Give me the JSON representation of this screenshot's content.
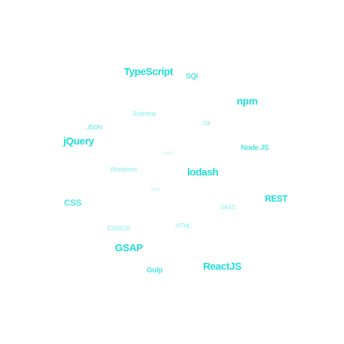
{
  "tag_cloud": {
    "tags": [
      {
        "id": "typescript",
        "label": "TypeScript",
        "weight": 5,
        "color": "#1fe0d6"
      },
      {
        "id": "sql",
        "label": "SQl",
        "weight": 3,
        "color": "#55e8e1"
      },
      {
        "id": "npm",
        "label": "npm",
        "weight": 5,
        "color": "#1fe0d6"
      },
      {
        "id": "bootstrap",
        "label": "Bootstrap",
        "weight": 2,
        "color": "#8ef0eb"
      },
      {
        "id": "git",
        "label": "Git",
        "weight": 2,
        "color": "#8ef0eb"
      },
      {
        "id": "json",
        "label": "JSON",
        "weight": 2,
        "color": "#55e8e1"
      },
      {
        "id": "jquery",
        "label": "jQuery",
        "weight": 5,
        "color": "#1fe0d6"
      },
      {
        "id": "node-js",
        "label": "Node JS",
        "weight": 3,
        "color": "#55e8e1"
      },
      {
        "id": "angular",
        "label": "Angular",
        "weight": 1,
        "color": "#c2f7f4"
      },
      {
        "id": "wordpress",
        "label": "Wordpress",
        "weight": 2,
        "color": "#8ef0eb"
      },
      {
        "id": "lodash",
        "label": "lodash",
        "weight": 5,
        "color": "#1fe0d6"
      },
      {
        "id": "vanilla",
        "label": "Vanilla",
        "weight": 1,
        "color": "#c2f7f4"
      },
      {
        "id": "css",
        "label": "CSS",
        "weight": 4,
        "color": "#55e8e1"
      },
      {
        "id": "rest",
        "label": "REST",
        "weight": 4,
        "color": "#1fe0d6"
      },
      {
        "id": "sass",
        "label": "SASS",
        "weight": 2,
        "color": "#8ef0eb"
      },
      {
        "id": "es5-es6",
        "label": "ES5/ES6",
        "weight": 2,
        "color": "#8ef0eb"
      },
      {
        "id": "html",
        "label": "HTML",
        "weight": 2,
        "color": "#8ef0eb"
      },
      {
        "id": "gsap",
        "label": "GSAP",
        "weight": 5,
        "color": "#1fe0d6"
      },
      {
        "id": "reactjs",
        "label": "ReactJS",
        "weight": 5,
        "color": "#1fe0d6"
      },
      {
        "id": "gulp",
        "label": "Gulp",
        "weight": 3,
        "color": "#55e8e1"
      }
    ]
  }
}
